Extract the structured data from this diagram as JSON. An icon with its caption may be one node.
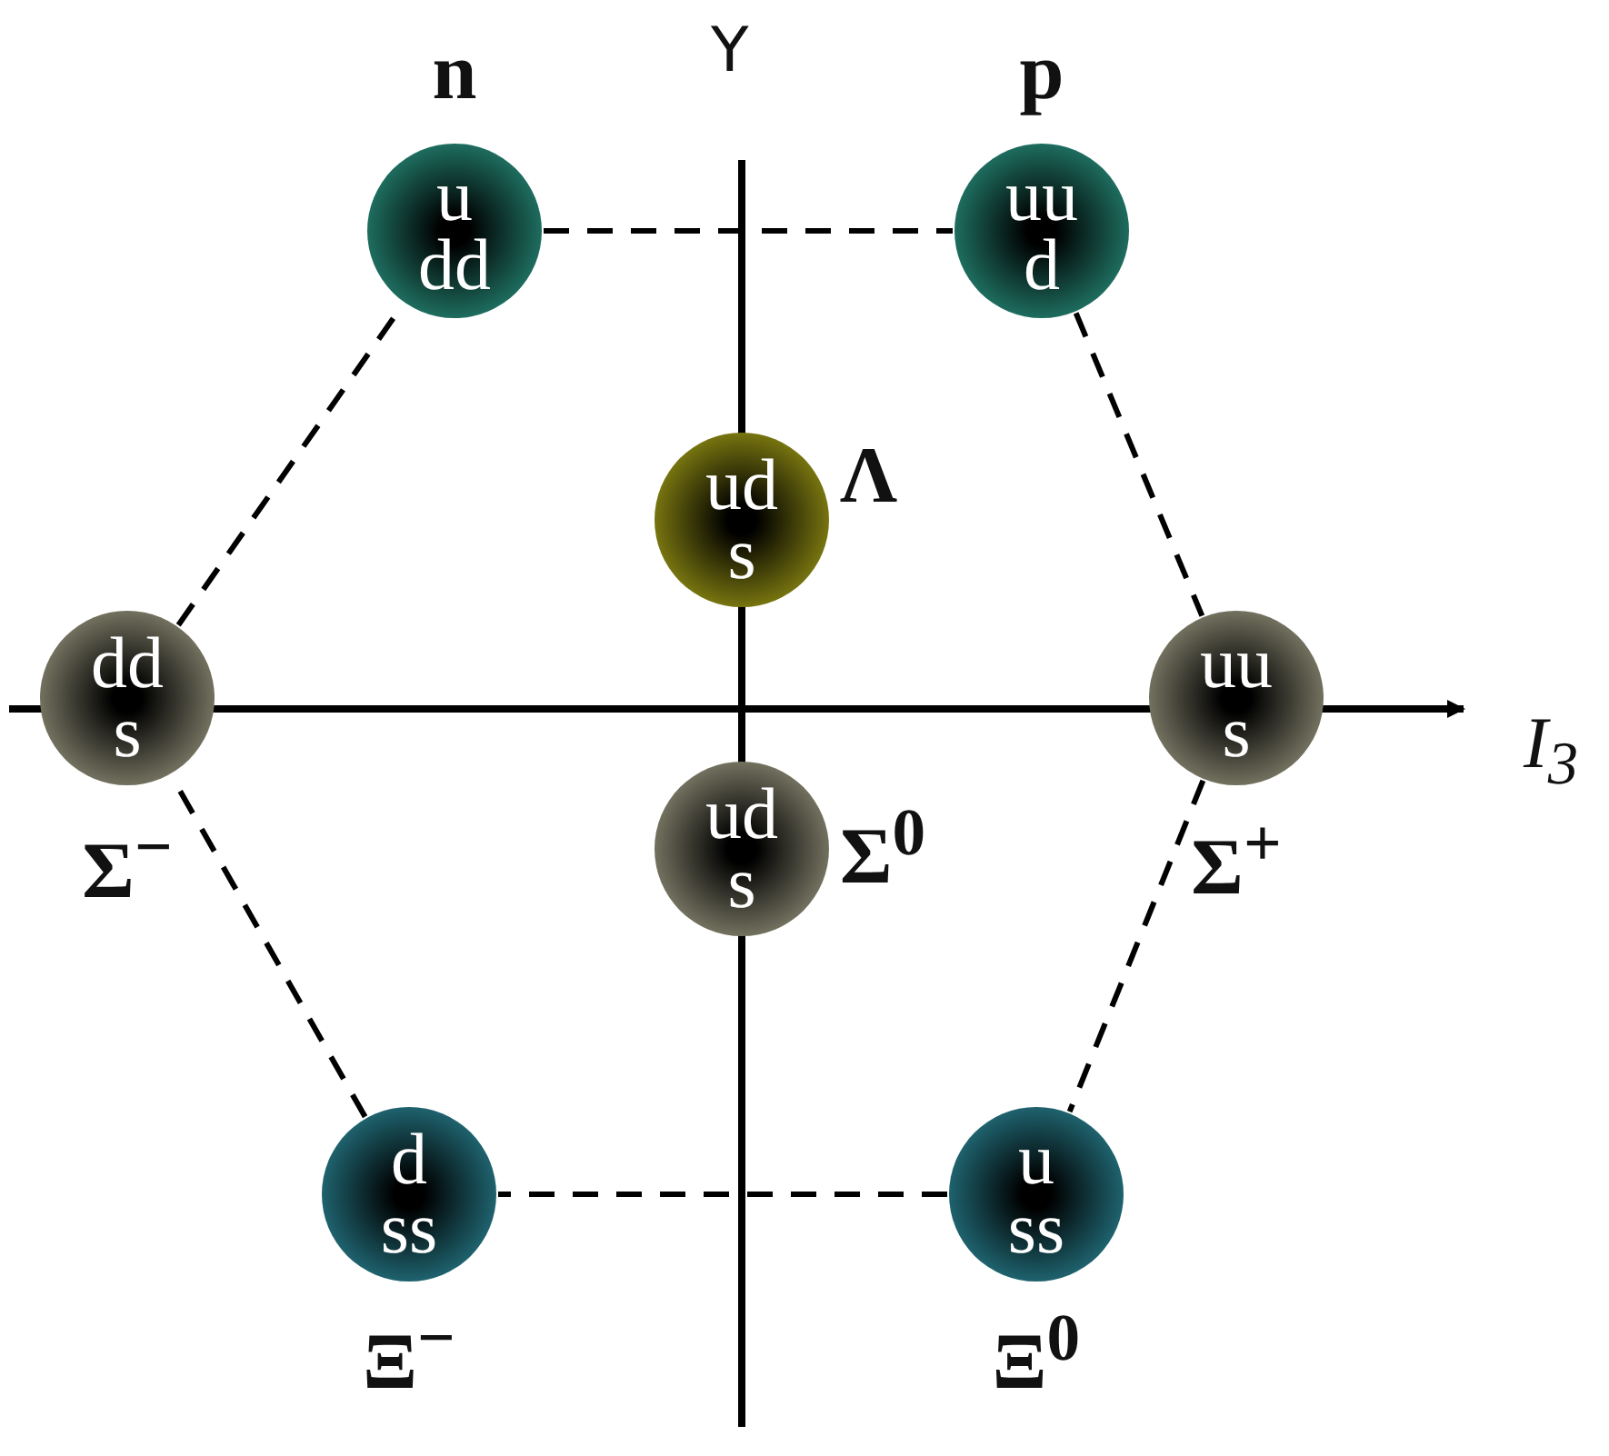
{
  "diagram": {
    "nodes": [
      {
        "text": [
          "u dd"
        ],
        "beside": [
          "n"
        ]
      },
      {
        "text": [
          "uu d"
        ],
        "beside": [
          "p"
        ]
      },
      {
        "text": [
          "ud s"
        ],
        "beside": [
          "Λ"
        ]
      },
      {
        "text": [
          "dd s"
        ],
        "beside": [
          "Σ$^{−}$"
        ]
      },
      {
        "text": [
          "uu s"
        ],
        "beside": [
          "Σ$^{+}$"
        ]
      },
      {
        "text": [
          "ud s"
        ],
        "beside": [
          "Σ$^{0}$"
        ]
      },
      {
        "text": [
          "d ss"
        ],
        "beside": [
          "Ξ$^{−}$"
        ]
      },
      {
        "text": [
          "u ss"
        ],
        "beside": [
          "Ξ$^{0}$"
        ]
      }
    ],
    "edges": [
      {
        "from": 0,
        "to": 1,
        "arrow": "none",
        "style": "dashed"
      },
      {
        "from": 1,
        "to": 4,
        "arrow": "none",
        "style": "dashed"
      },
      {
        "from": 4,
        "to": 7,
        "arrow": "none",
        "style": "dashed"
      },
      {
        "from": 7,
        "to": 6,
        "arrow": "none",
        "style": "dashed"
      },
      {
        "from": 6,
        "to": 3,
        "arrow": "none",
        "style": "dashed"
      },
      {
        "from": 3,
        "to": 0,
        "arrow": "none",
        "style": "dashed"
      }
    ],
    "labels": [
      "Y",
      "I$_{3}$"
    ]
  }
}
